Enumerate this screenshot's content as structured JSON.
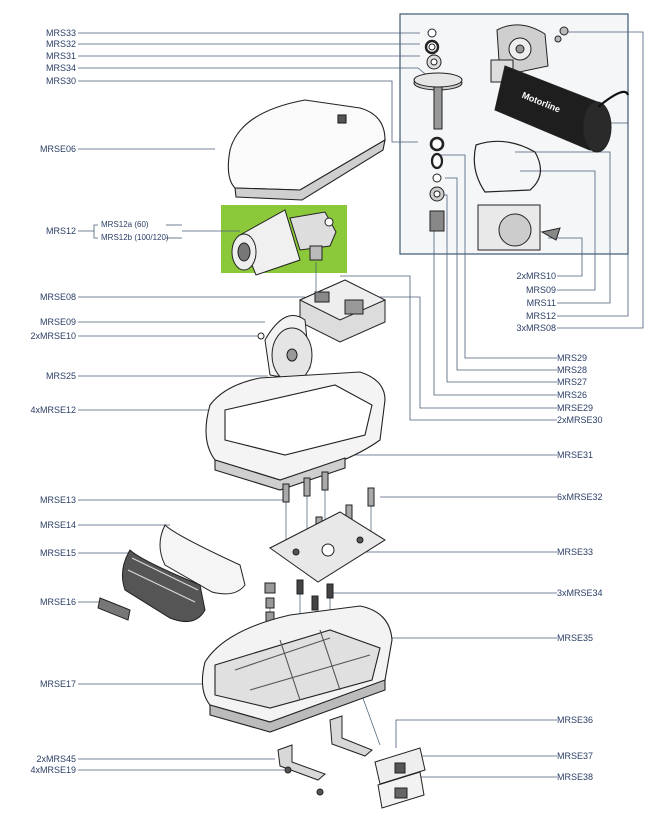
{
  "labels_left": {
    "mrs33": "MRS33",
    "mrs32": "MRS32",
    "mrs31": "MRS31",
    "mrs34": "MRS34",
    "mrs30": "MRS30",
    "mrse06": "MRSE06",
    "mrs12": "MRS12",
    "mrs12a": "MRS12a (60)",
    "mrs12b": "MRS12b (100/120)",
    "mrse08": "MRSE08",
    "mrse09": "MRSE09",
    "mrse10": "2xMRSE10",
    "mrs25": "MRS25",
    "mrse12": "4xMRSE12",
    "mrse13": "MRSE13",
    "mrse14": "MRSE14",
    "mrse15": "MRSE15",
    "mrse16": "MRSE16",
    "mrse17": "MRSE17",
    "mrs45": "2xMRS45",
    "mrse19": "4xMRSE19"
  },
  "labels_right": {
    "mrs10": "2xMRS10",
    "mrs09": "MRS09",
    "mrs11": "MRS11",
    "mrs12": "MRS12",
    "mrs08": "3xMRS08",
    "mrs29": "MRS29",
    "mrs28": "MRS28",
    "mrs27": "MRS27",
    "mrs26": "MRS26",
    "mrse29": "MRSE29",
    "mrse30": "2xMRSE30",
    "mrse31": "MRSE31",
    "mrse32": "6xMRSE32",
    "mrse33": "MRSE33",
    "mrse34": "3xMRSE34",
    "mrse35": "MRSE35",
    "mrse36": "MRSE36",
    "mrse37": "MRSE37",
    "mrse38": "MRSE38"
  },
  "motor_brand": "Motorline",
  "colors": {
    "leader": "#4b5e7a",
    "highlight": "#8bc83a",
    "inset_border": "#3d5a73",
    "part_stroke": "#222222"
  }
}
